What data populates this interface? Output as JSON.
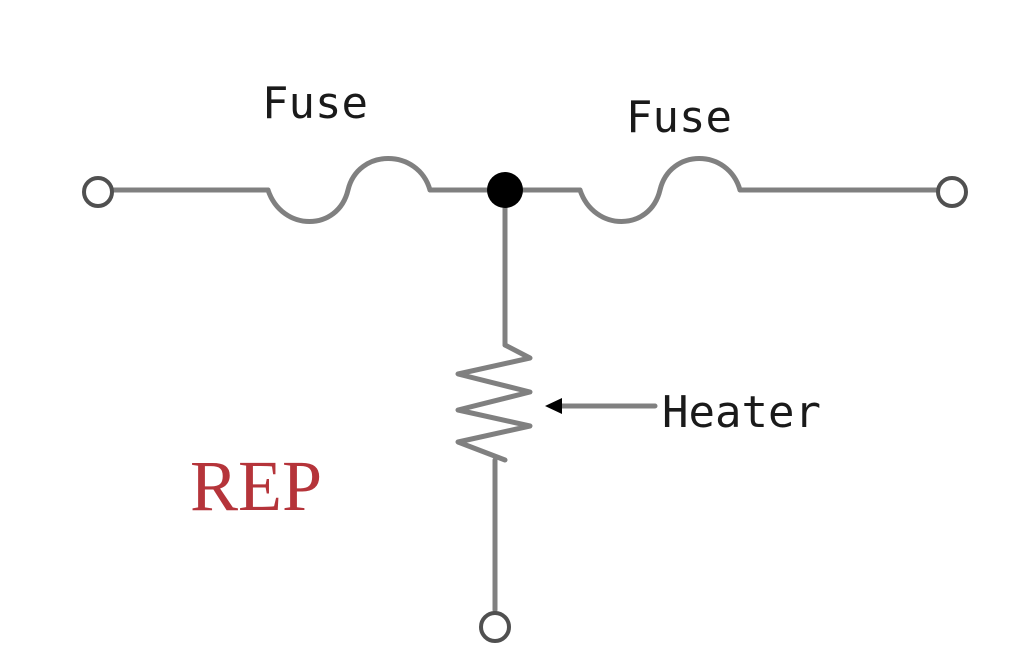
{
  "labels": {
    "fuse_left": "Fuse",
    "fuse_right": "Fuse",
    "heater": "Heater",
    "device": "REP"
  },
  "colors": {
    "wire": "#808080",
    "terminal_stroke": "#505050",
    "junction": "#000000",
    "text": "#1a1a1a",
    "device_label": "#b5343a"
  }
}
